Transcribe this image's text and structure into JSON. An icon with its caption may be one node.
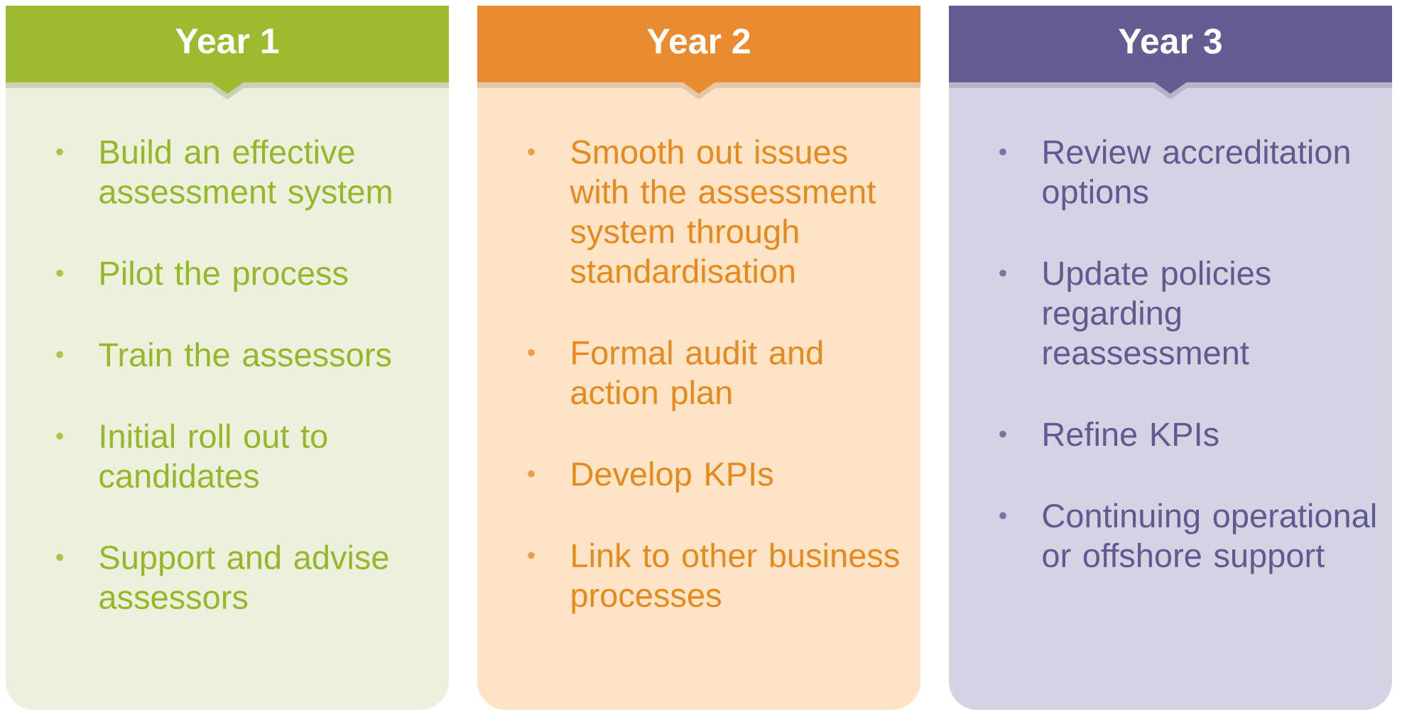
{
  "diagram": {
    "nodes": [
      {
        "text": [
          "Year 1"
        ]
      },
      {
        "text": [
          "Build an effective assessment system",
          "Pilot the process",
          "Train the assessors",
          "Initial roll out to candidates",
          "Support and advise assessors"
        ]
      },
      {
        "text": [
          "Year 2"
        ]
      },
      {
        "text": [
          "Smooth out issues with the assessment system through standardisation",
          "Formal audit and action plan",
          "Develop KPIs",
          "Link to other business processes"
        ]
      },
      {
        "text": [
          "Year 3"
        ]
      },
      {
        "text": [
          "Review accreditation options",
          "Update policies regarding reassessment",
          "Refine KPIs",
          "Continuing operational or offshore support"
        ]
      }
    ]
  }
}
